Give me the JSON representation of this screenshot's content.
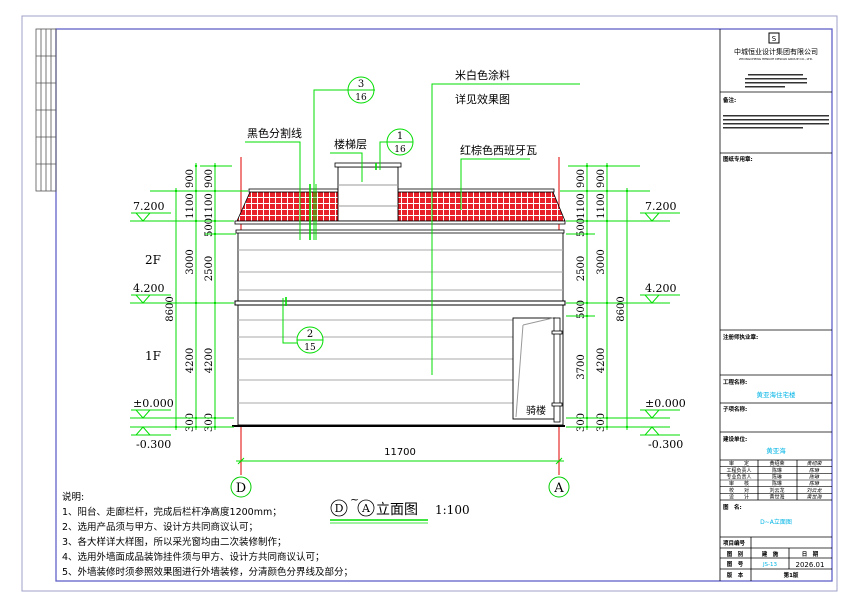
{
  "drawing": {
    "callouts": {
      "paint": "米白色涂料",
      "paint_note": "详见效果图",
      "divider": "黑色分割线",
      "stair": "楼梯层",
      "tile": "红棕色西班牙瓦",
      "qilou": "骑楼"
    },
    "detail_refs": [
      {
        "num": "3",
        "sheet": "16"
      },
      {
        "num": "1",
        "sheet": "16"
      },
      {
        "num": "2",
        "sheet": "15"
      }
    ],
    "floors": [
      "2F",
      "1F"
    ],
    "levels": [
      "7.200",
      "4.200",
      "±0.000",
      "-0.300"
    ],
    "dims_left": {
      "outer": [
        "8600"
      ],
      "middle": [
        "900",
        "1100",
        "3000",
        "4200",
        "300"
      ],
      "inner": [
        "900",
        "1100",
        "500",
        "2500",
        "4200",
        "300"
      ]
    },
    "dims_right": {
      "inner": [
        "900",
        "1100",
        "500",
        "2500",
        "500",
        "3700",
        "300"
      ],
      "middle": [
        "900",
        "1100",
        "3000",
        "4200",
        "300"
      ],
      "outer": [
        "8600"
      ]
    },
    "overall_width": "11700",
    "axes": [
      "D",
      "A"
    ],
    "title": {
      "from": "D",
      "sep": "~",
      "to": "A",
      "name": "立面图",
      "scale": "1:100"
    }
  },
  "notes": {
    "heading": "说明:",
    "items": [
      "1、阳台、走廊栏杆，完成后栏杆净高度1200mm；",
      "2、选用产品须与甲方、设计方共同商议认可；",
      "3、各大样详大样图，所以采光窗均由二次装修制作；",
      "4、选用外墙面成品装饰挂件须与甲方、设计方共同商议认可；",
      "5、外墙装修时须参照效果图进行外墙装修，分清颜色分界线及部分；"
    ]
  },
  "title_block": {
    "company": "中城恒业设计集团有限公司",
    "company_en": "ZHONGCHENG HENGYE DESIGN GROUP CO., LTD.",
    "remarks_label": "备注:",
    "seal_label": "图纸专用章:",
    "reg_seal_label": "注册师执业章:",
    "project_label": "工程名称:",
    "project_value": "黄亚海住宅楼",
    "subproject_label": "子项名称:",
    "client_label": "建设单位:",
    "client_value": "黄亚海",
    "signoff": [
      {
        "role": "审　　定",
        "name": "黄绍荣",
        "sign": "黄绍荣"
      },
      {
        "role": "工程负责人",
        "name": "陈琳",
        "sign": "陈琳"
      },
      {
        "role": "专业负责人",
        "name": "陈琳",
        "sign": "陈琳"
      },
      {
        "role": "审　　核",
        "name": "陈琳",
        "sign": "陈琳"
      },
      {
        "role": "校　　对",
        "name": "刘云龙",
        "sign": "刘云龙"
      },
      {
        "role": "设　　计",
        "name": "黄世海",
        "sign": "黄世海"
      }
    ],
    "drawing_name_label": "图　名:",
    "drawing_name_value": "D~A立面图",
    "project_no_label": "项目编号",
    "category_label": "图　别",
    "category_value": "建　施",
    "date_label": "日　期",
    "sheet_label": "图　号",
    "sheet_value": "JS-13",
    "date_value": "2026.01",
    "version_label": "版　本",
    "version_value": "第1版"
  },
  "colors": {
    "dimension": "#00dd00",
    "axis": "#e00000",
    "tile": "#e8202a",
    "frame": "#7878d8",
    "accent": "#00b4e6"
  }
}
